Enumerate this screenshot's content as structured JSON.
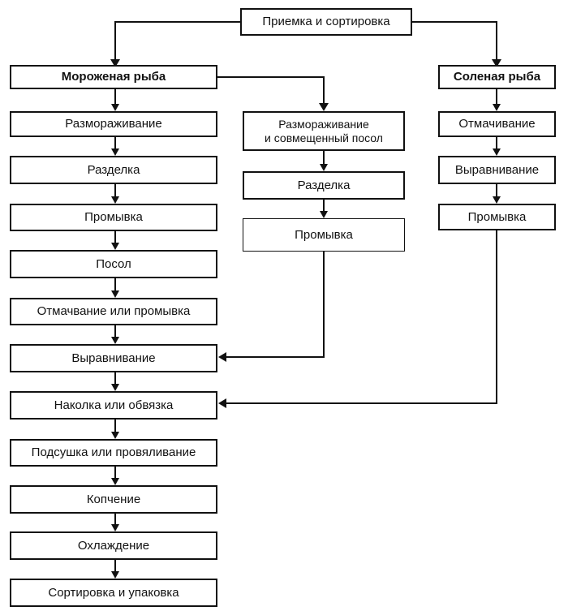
{
  "top": {
    "label": "Приемка и сортировка"
  },
  "frozen": {
    "header": "Мороженая рыба",
    "steps": [
      "Размораживание",
      "Разделка",
      "Промывка",
      "Посол",
      "Отмачвание или промывка",
      "Выравнивание",
      "Наколка или обвязка",
      "Подсушка или провяливание",
      "Копчение",
      "Охлаждение",
      "Сортировка и упаковка"
    ]
  },
  "middle": {
    "steps": [
      "Размораживание\nи совмещенный посол",
      "Разделка",
      "Промывка"
    ]
  },
  "salted": {
    "header": "Соленая рыба",
    "steps": [
      "Отмачивание",
      "Выравнивание",
      "Промывка"
    ]
  }
}
